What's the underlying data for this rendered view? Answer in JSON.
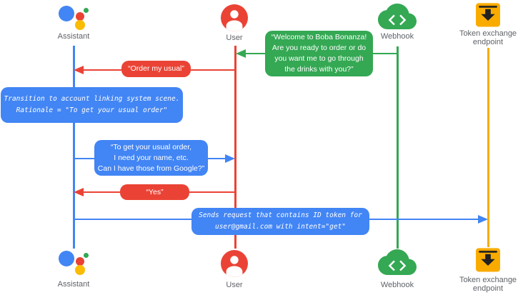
{
  "diagram": {
    "palette": {
      "assistant_blue": "#4285F4",
      "user_red": "#EA4335",
      "webhook_green": "#34A853",
      "token_yellow": "#F9AB00",
      "label_gray": "#5F6368",
      "icon_glyph_dark": "#212121",
      "background": "#FFFFFF"
    },
    "actors": {
      "assistant": {
        "label": "Assistant",
        "icon": "google-assistant-logo"
      },
      "user": {
        "label": "User",
        "icon": "user-avatar-icon"
      },
      "webhook": {
        "label": "Webhook",
        "icon": "cloud-code-icon"
      },
      "token": {
        "label": "Token exchange\nendpoint",
        "icon": "token-download-box-icon"
      }
    },
    "messages": {
      "welcome": {
        "from": "Webhook",
        "to": "User",
        "color": "#34A853",
        "text": "“Welcome to Boba Bonanza!\nAre you ready to order or do\nyou want me to go through\nthe drinks with you?”"
      },
      "order_usual": {
        "from": "User",
        "to": "Assistant",
        "color": "#EA4335",
        "text": "“Order my usual”"
      },
      "transition_note": {
        "actor": "Assistant",
        "color": "#4285F4",
        "text": "Transition to account linking system scene.\nRationale = \"To get your usual order\""
      },
      "ask_permission": {
        "from": "Assistant",
        "to": "User",
        "color": "#4285F4",
        "text": "“To get your usual order,\nI need your name, etc.\nCan I have those from Google?”"
      },
      "yes": {
        "from": "User",
        "to": "Assistant",
        "color": "#EA4335",
        "text": "“Yes”"
      },
      "send_request": {
        "from": "Assistant",
        "to": "Token exchange endpoint",
        "color": "#4285F4",
        "text": "Sends request that contains ID token for\nuser@gmail.com with intent=\"get\""
      }
    }
  }
}
